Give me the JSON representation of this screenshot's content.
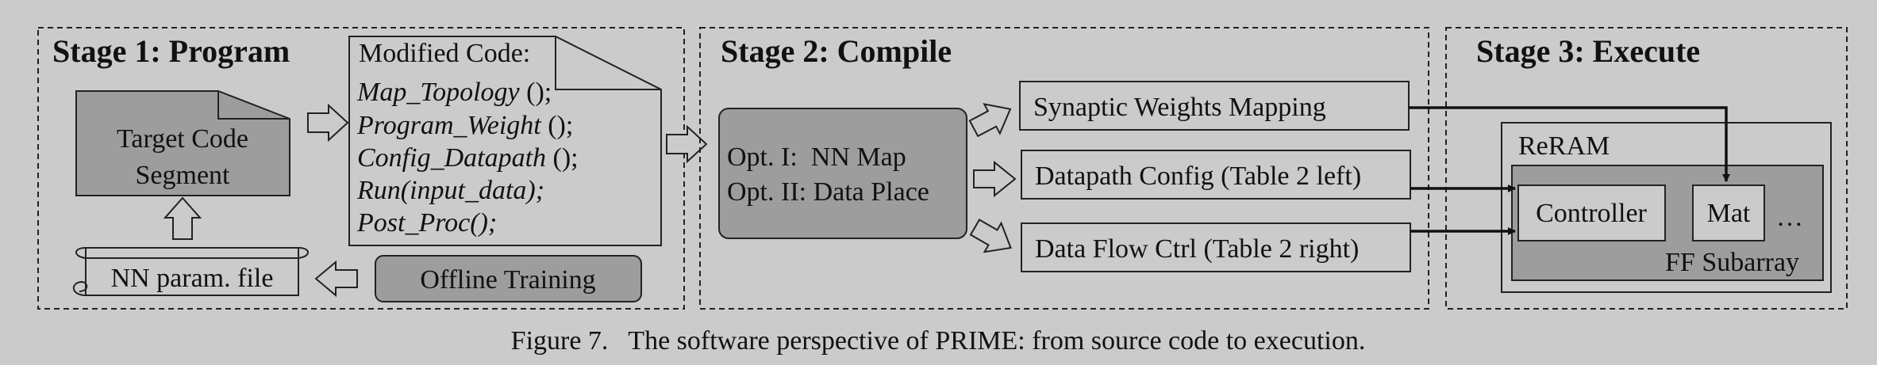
{
  "stages": [
    {
      "title": "Stage 1: Program"
    },
    {
      "title": "Stage 2: Compile"
    },
    {
      "title": "Stage 3: Execute"
    }
  ],
  "stage1": {
    "target_code": [
      "Target Code",
      "Segment"
    ],
    "modified_code_title": "Modified Code:",
    "code_lines": [
      {
        "name": "Map_Topology",
        "suffix": " ();"
      },
      {
        "name": "Program_Weight",
        "suffix": " ();"
      },
      {
        "name": "Config_Datapath",
        "suffix": " ();"
      },
      {
        "name": "Run(input_data);",
        "suffix": ""
      },
      {
        "name": "Post_Proc();",
        "suffix": ""
      }
    ],
    "nn_param_file": "NN param. file",
    "offline_training": "Offline Training"
  },
  "stage2": {
    "opt1": "Opt. I:  NN Map",
    "opt2": "Opt. II: Data Place",
    "outputs": [
      "Synaptic Weights Mapping",
      "Datapath Config (Table 2 left)",
      "Data Flow Ctrl (Table 2 right)"
    ]
  },
  "stage3": {
    "reram": "ReRAM",
    "controller": "Controller",
    "mat": "Mat",
    "ellipsis": "…",
    "ff_subarray": "FF Subarray"
  },
  "caption": "Figure 7.   The software perspective of PRIME: from source code to execution.",
  "colors": {
    "background": "#cbcbcb",
    "box_fill": "#cbcbcb",
    "dark_box_fill": "#9d9d9d",
    "stroke": "#111111"
  }
}
